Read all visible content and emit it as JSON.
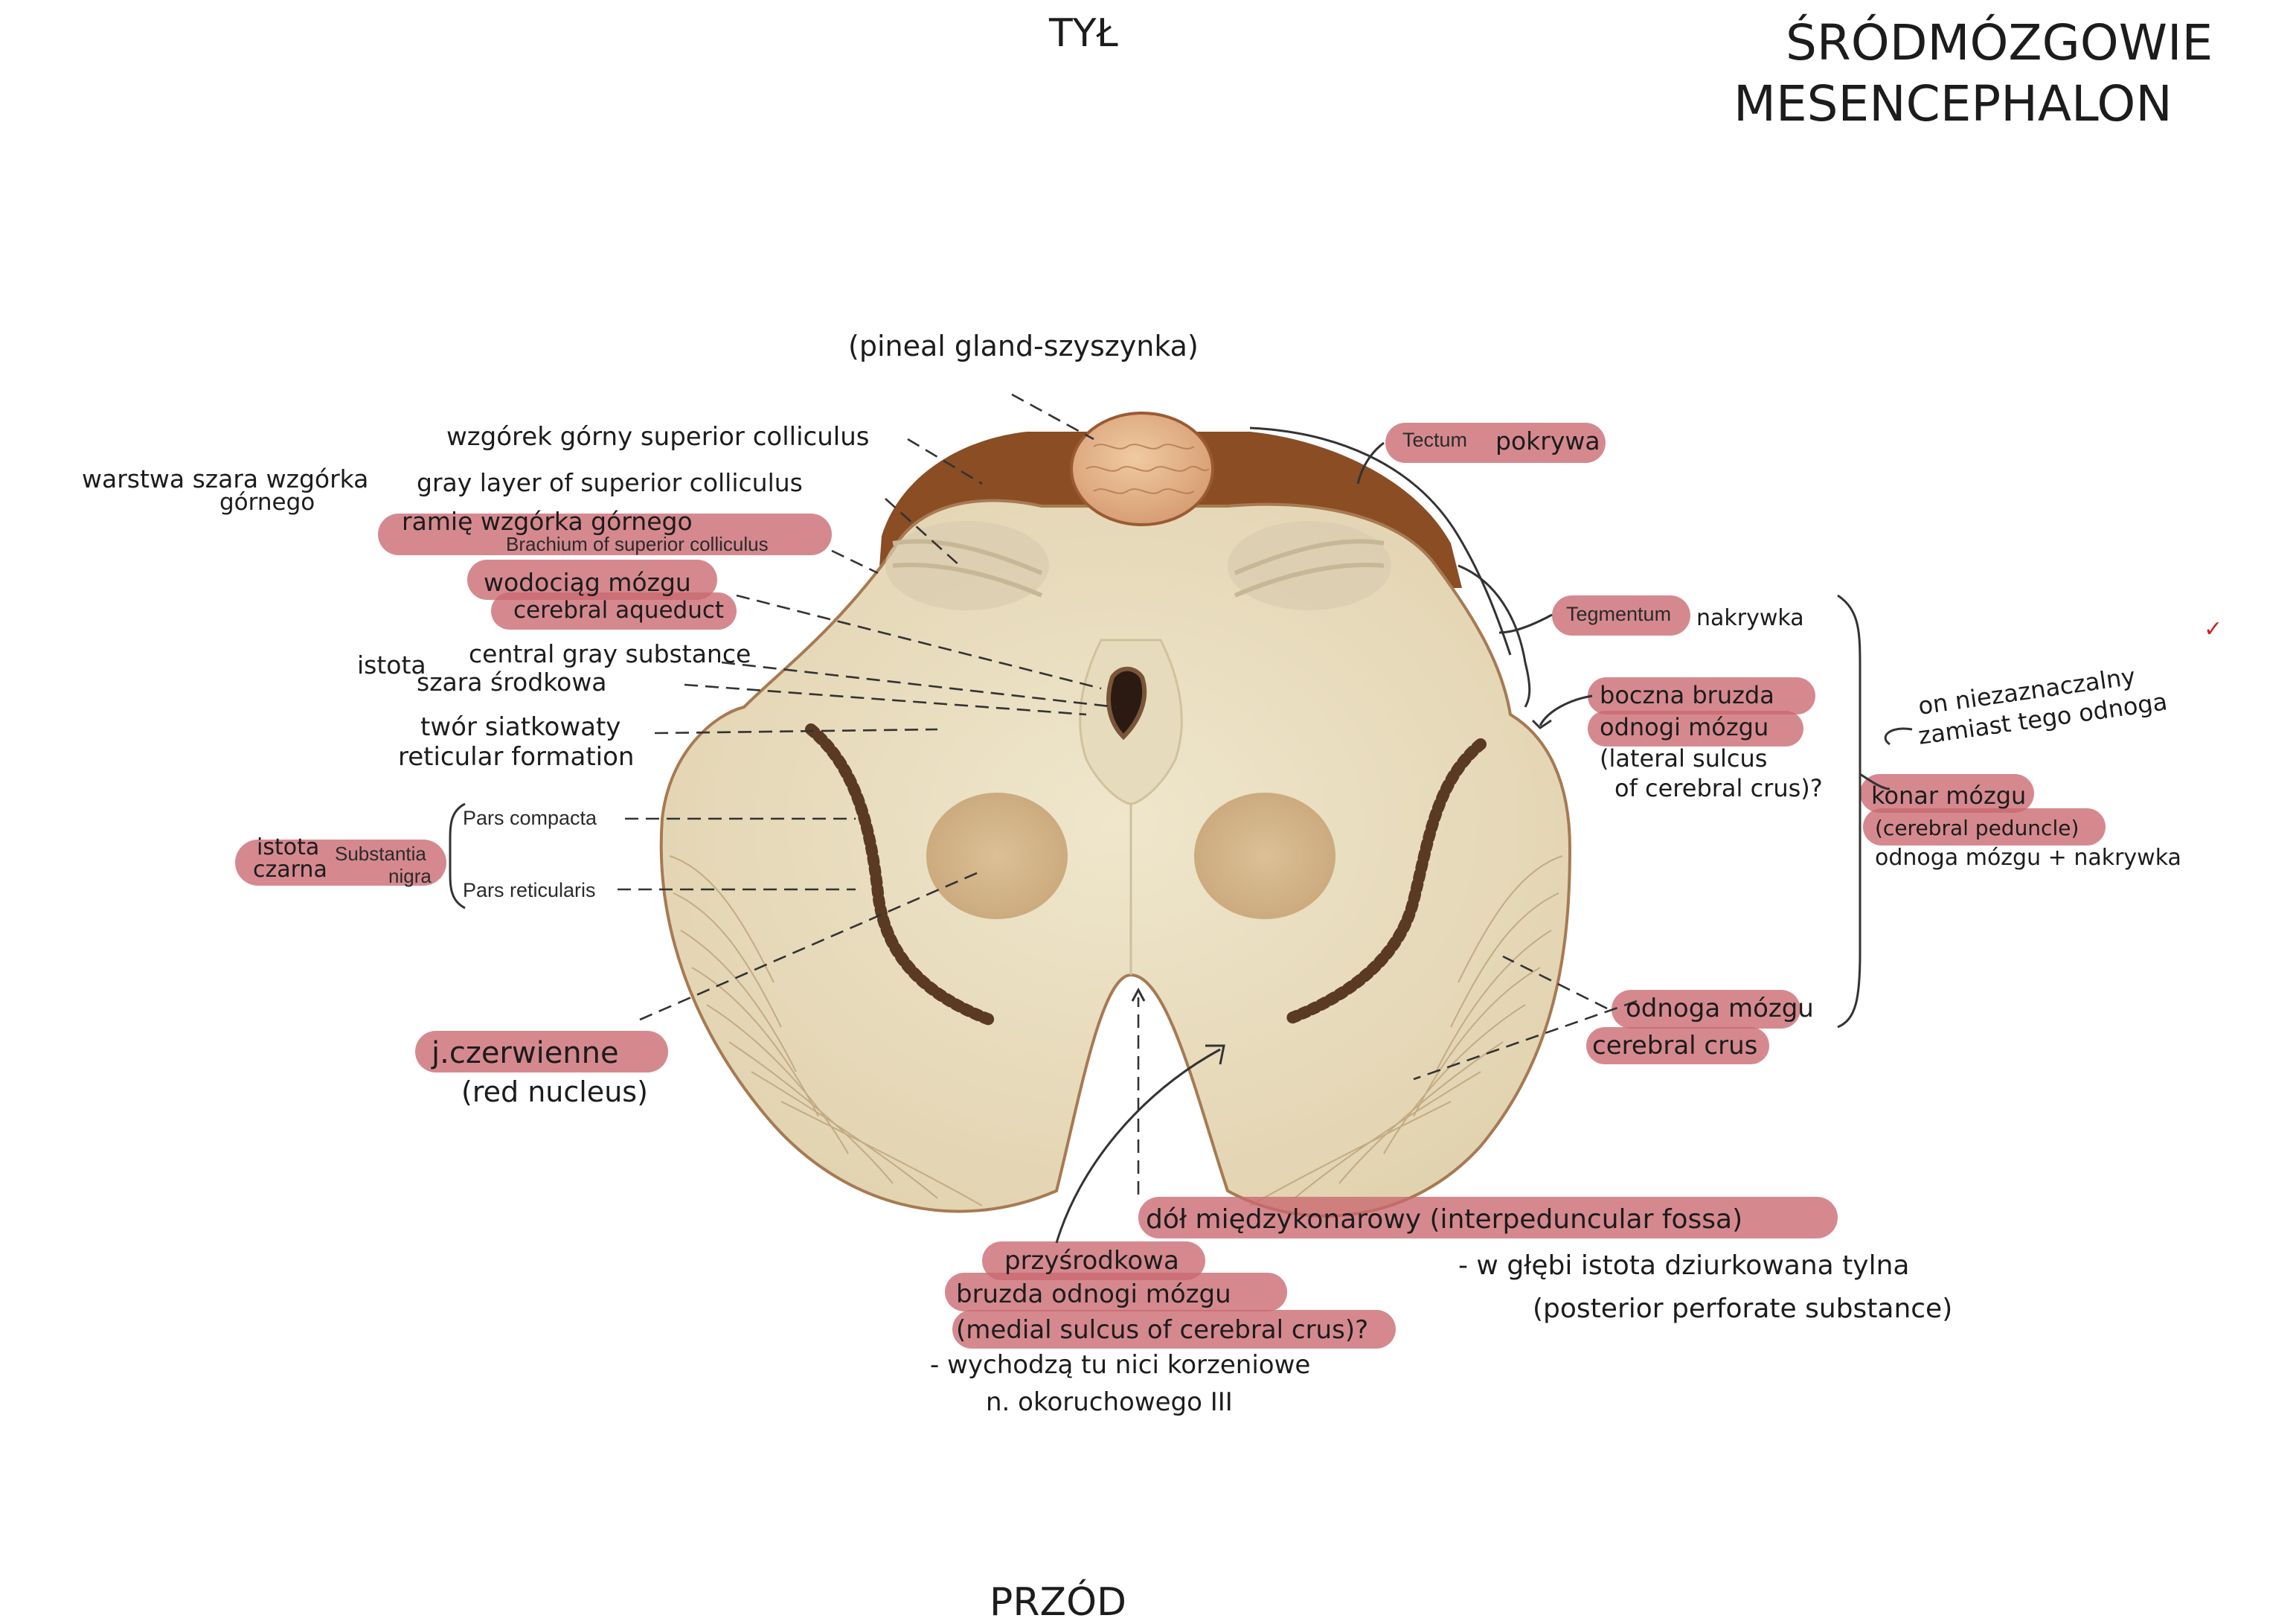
{
  "header": {
    "top_label": "TYŁ",
    "bottom_label": "PRZÓD",
    "title_line1": "ŚRÓDMÓZGOWIE",
    "title_line2": "MESENCEPHALON"
  },
  "labels": {
    "pineal": "(pineal gland-szyszynka)",
    "sup_colliculus": "wzgórek górny   superior colliculus",
    "gray_layer_pl": "warstwa szara wzgórka",
    "gray_layer_pl2": "górnego",
    "gray_layer_en": "gray layer of superior colliculus",
    "brachium_pl": "ramię wzgórka górnego",
    "brachium_en": "Brachium of superior colliculus",
    "aqueduct_pl": "wodociąg mózgu",
    "aqueduct_en": "cerebral aqueduct",
    "central_gray_en": "central gray substance",
    "central_gray_pl1": "istota",
    "central_gray_pl2": "szara środkowa",
    "reticular_pl": "twór siatkowaty",
    "reticular_en": "reticular formation",
    "substantia_pl1": "istota",
    "substantia_pl2": "czarna",
    "substantia_en1": "Substantia",
    "substantia_en2": "nigra",
    "pars_compacta": "Pars compacta",
    "pars_reticularis": "Pars reticularis",
    "red_nucleus_pl": "j.czerwienne",
    "red_nucleus_en": "(red nucleus)",
    "tectum_en": "Tectum",
    "tectum_pl": "pokrywa",
    "tegmentum_en": "Tegmentum",
    "tegmentum_pl": "nakrywka",
    "lateral_sulcus_1": "boczna bruzda",
    "lateral_sulcus_2": "odnogi mózgu",
    "lateral_sulcus_3": "(lateral sulcus",
    "lateral_sulcus_4": "of cerebral crus)?",
    "note_1": "on niezaznaczalny",
    "note_2": "zamiast tego odnoga",
    "peduncle_1": "konar mózgu",
    "peduncle_2": "(cerebral peduncle)",
    "peduncle_3": "odnoga mózgu + nakrywka",
    "crus_pl": "odnoga mózgu",
    "crus_en": "cerebral crus",
    "fossa_1": "dół międzykonarowy (interpeduncular fossa)",
    "fossa_2": "- w głębi istota dziurkowana tylna",
    "fossa_3": "(posterior perforate substance)",
    "medial_1": "przyśrodkowa",
    "medial_2": "bruzda odnogi mózgu",
    "medial_3": "(medial sulcus of cerebral crus)?",
    "medial_4": "- wychodzą tu nici korzeniowe",
    "medial_5": "n. okoruchowego III"
  },
  "colors": {
    "highlight": "#c9686f",
    "tissue": "#e8dcc0",
    "tissue_dark": "#8a4d24",
    "red_nucleus": "#d3b68d",
    "tick_red": "#cc2222",
    "accent_purple": "#9b2c9b"
  }
}
